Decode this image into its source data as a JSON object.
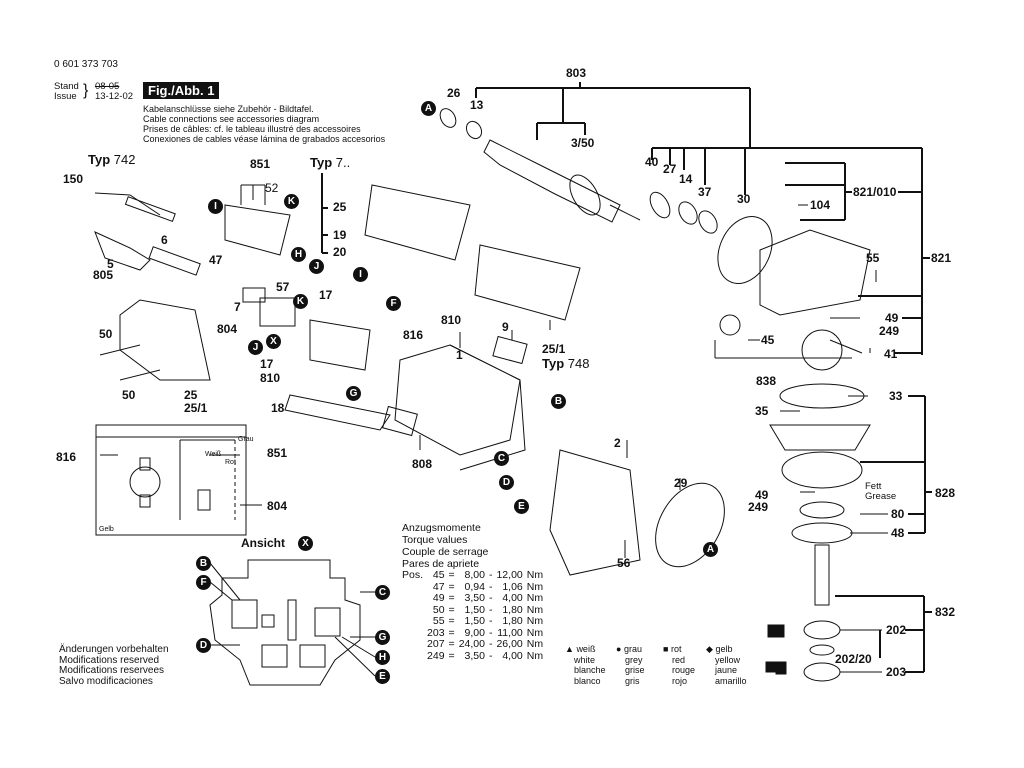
{
  "header": {
    "part_number": "0 601 373 703",
    "stand_label": "Stand",
    "issue_label": "Issue",
    "stand_date": "08-05",
    "issue_date": "13-12-02",
    "figure_label": "Fig./Abb. 1"
  },
  "cable_note": [
    "Kabelanschlüsse siehe Zubehör - Bildtafel.",
    "Cable connections see accessories diagram",
    "Prises de câbles: cf. le tableau illustré des accessoires",
    "Conexiones de cables véase lámina de grabados accesorios"
  ],
  "type_labels": {
    "typ742": {
      "word": "Typ",
      "num": "742"
    },
    "typ7": {
      "word": "Typ",
      "num": "7.."
    },
    "typ748": {
      "word": "Typ",
      "num": "748"
    }
  },
  "callouts": {
    "c803": "803",
    "c26": "26",
    "c13": "13",
    "c3_50": "3/50",
    "c40": "40",
    "c27": "27",
    "c14": "14",
    "c37": "37",
    "c30": "30",
    "c821_010": "821/010",
    "c104": "104",
    "c821": "821",
    "c55": "55",
    "c49a": "49",
    "c249a": "249",
    "c41": "41",
    "c45": "45",
    "c838": "838",
    "c33": "33",
    "c35": "35",
    "c828": "828",
    "c49b": "49",
    "c249b": "249",
    "c80": "80",
    "c48": "48",
    "c832": "832",
    "c202": "202",
    "c202_20": "202/20",
    "c203": "203",
    "c150": "150",
    "c851a": "851",
    "c52": "52",
    "c6": "6",
    "c5": "5",
    "c805": "805",
    "c47": "47",
    "c57": "57",
    "c7": "7",
    "c804a": "804",
    "c25a": "25",
    "c19": "19",
    "c20": "20",
    "c17a": "17",
    "c810a": "810",
    "c816a": "816",
    "c17b": "17",
    "c810b": "810",
    "c50a": "50",
    "c50b": "50",
    "c25b": "25",
    "c25_1a": "25/1",
    "c9": "9",
    "c25_1b": "25/1",
    "c1": "1",
    "c18": "18",
    "c808": "808",
    "c2": "2",
    "c29": "29",
    "c56": "56",
    "c816b": "816",
    "c851b": "851",
    "c804b": "804"
  },
  "grease_label": [
    "Fett",
    "Grease"
  ],
  "wiring_labels": {
    "grau": "Grau",
    "weiss": "Weiß",
    "rot": "Rot",
    "gelb": "Gelb"
  },
  "connector_markers": {
    "A": "A",
    "B": "B",
    "C": "C",
    "D": "D",
    "E": "E",
    "F": "F",
    "G": "G",
    "H": "H",
    "I": "I",
    "J": "J",
    "K": "K",
    "X": "X"
  },
  "ansicht": {
    "title": "Ansicht",
    "marker": "X"
  },
  "torque": {
    "headings": [
      "Anzugsmomente",
      "Torque values",
      "Couple de serrage",
      "Pares de apriete"
    ],
    "pos_label": "Pos.",
    "rows": [
      {
        "pos": "45",
        "min": "8,00",
        "max": "12,00",
        "unit": "Nm"
      },
      {
        "pos": "47",
        "min": "0,94",
        "max": "1,06",
        "unit": "Nm"
      },
      {
        "pos": "49",
        "min": "3,50",
        "max": "4,00",
        "unit": "Nm"
      },
      {
        "pos": "50",
        "min": "1,50",
        "max": "1,80",
        "unit": "Nm"
      },
      {
        "pos": "55",
        "min": "1,50",
        "max": "1,80",
        "unit": "Nm"
      },
      {
        "pos": "203",
        "min": "9,00",
        "max": "11,00",
        "unit": "Nm"
      },
      {
        "pos": "207",
        "min": "24,00",
        "max": "26,00",
        "unit": "Nm"
      },
      {
        "pos": "249",
        "min": "3,50",
        "max": "4,00",
        "unit": "Nm"
      }
    ]
  },
  "color_legend": [
    {
      "symbol": "▲",
      "de": "weiß",
      "en": "white",
      "fr": "blanche",
      "es": "blanco"
    },
    {
      "symbol": "●",
      "de": "grau",
      "en": "grey",
      "fr": "grise",
      "es": "gris"
    },
    {
      "symbol": "■",
      "de": "rot",
      "en": "red",
      "fr": "rouge",
      "es": "rojo"
    },
    {
      "symbol": "◆",
      "de": "gelb",
      "en": "yellow",
      "fr": "jaune",
      "es": "amarillo"
    }
  ],
  "footer_notes": [
    "Änderungen vorbehalten",
    "Modifications reserved",
    "Modifications reservees",
    "Salvo modificaciones"
  ]
}
